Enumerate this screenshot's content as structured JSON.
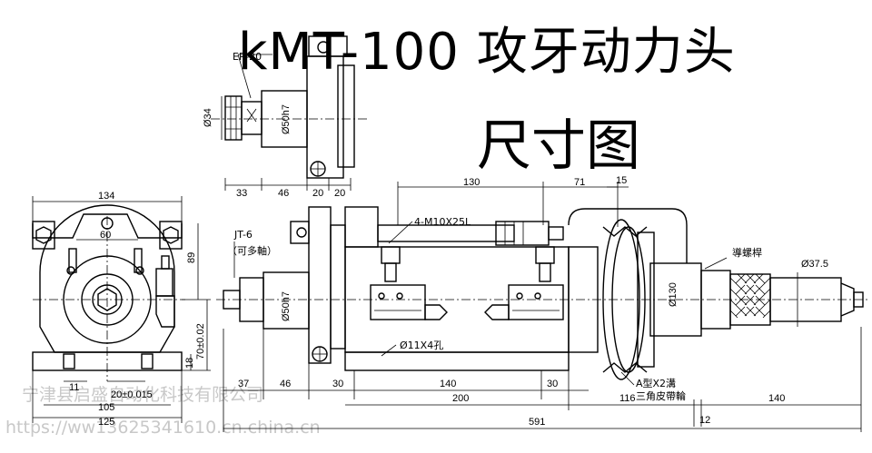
{
  "title": {
    "line1": "kMT-100 攻牙动力头",
    "line2": "尺寸图"
  },
  "labels": {
    "er": "ER-20",
    "jt6": "JT-6",
    "multi_axis": "（可多軸）",
    "screw": "4-M10X25L",
    "holes": "Ø11X4孔",
    "guide_rod": "導螺桿",
    "belt_groove": "A型X2溝",
    "pulley": "三角皮帶輪"
  },
  "dimensions": {
    "d34": "Ø34",
    "d50h7_top": "Ø50h7",
    "d50h7_side": "Ø50h7",
    "d130": "Ø130",
    "d37_5": "Ø37.5",
    "top_33": "33",
    "top_46": "46",
    "top_20a": "20",
    "top_20b": "20",
    "w134": "134",
    "w60": "60",
    "h89": "89",
    "h70": "70±0.02",
    "h18": "18",
    "b11": "11",
    "b20": "20±0.015",
    "b105": "105",
    "b125": "125",
    "d130_len": "130",
    "d71": "71",
    "d15": "15",
    "s37": "37",
    "s46": "46",
    "s30a": "30",
    "s140": "140",
    "s30b": "30",
    "s200": "200",
    "s116": "116",
    "s140b": "140",
    "s12": "12",
    "s591": "591"
  },
  "watermark": {
    "company": "宁津县启盛自动化科技有限公司",
    "url": "https://ww13625341610.cn.china.cn"
  }
}
